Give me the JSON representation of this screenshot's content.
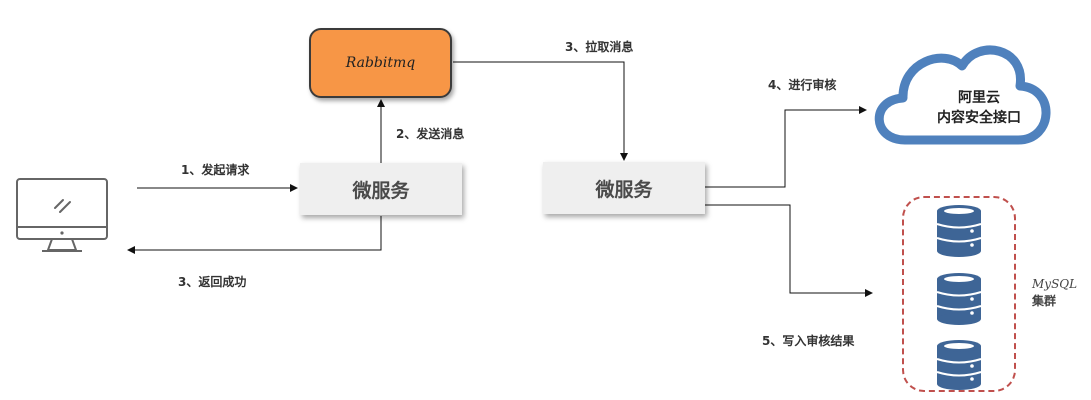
{
  "nodes": {
    "rabbitmq": "Rabbitmq",
    "service_1": "微服务",
    "service_2": "微服务",
    "cloud_line1": "阿里云",
    "cloud_line2": "内容安全接口",
    "mysql_line1": "MySQL",
    "mysql_line2": "集群"
  },
  "edges": {
    "request": "1、发起请求",
    "send_msg": "2、发送消息",
    "return_ok": "3、返回成功",
    "pull_msg": "3、拉取消息",
    "review": "4、进行审核",
    "write_result": "5、写入审核结果"
  },
  "colors": {
    "rabbitmq_fill": "#f79646",
    "cloud_stroke": "#4f81bd",
    "db_fill": "#3e6596",
    "cluster_border": "#c0504d"
  },
  "icons": [
    "computer-monitor-icon",
    "cloud-icon",
    "database-icon"
  ]
}
